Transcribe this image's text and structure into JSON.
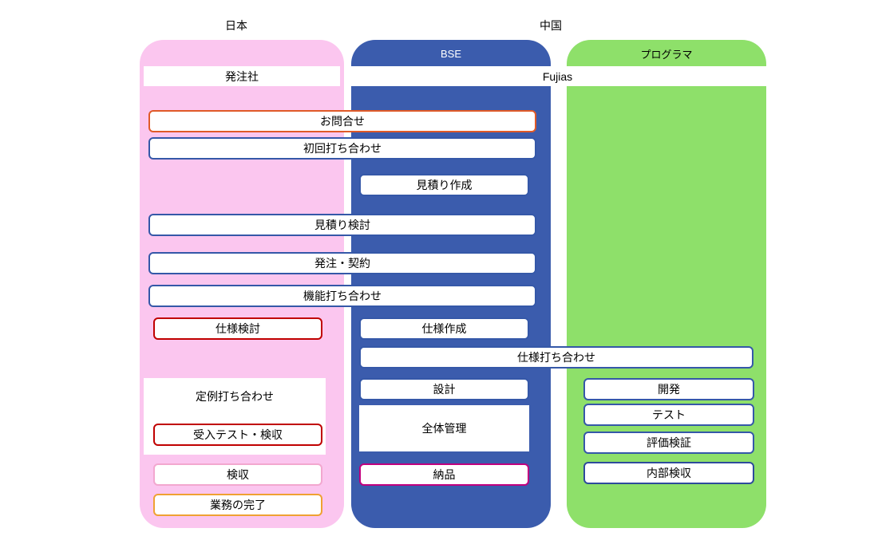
{
  "country_labels": {
    "japan": "日本",
    "china": "中国"
  },
  "lanes": {
    "client": {
      "bar": "発注社",
      "fill": "#fbc6ef"
    },
    "bse": {
      "header": "BSE",
      "fill": "#3b5cad"
    },
    "programmer": {
      "header": "プログラマ",
      "fill": "#8ee06a"
    }
  },
  "fujias_bar": "Fujias",
  "panels": {
    "regular_meeting": "定例打ち合わせ",
    "overall_management": "全体管理"
  },
  "colors": {
    "box_blue": "#3558a8",
    "box_red": "#c00000",
    "box_orange_red": "#e05a28",
    "box_gold": "#efa132",
    "box_light_pink": "#f2a7cf",
    "box_magenta": "#c0007e",
    "box_navy": "#2d4b9b"
  },
  "boxes": [
    {
      "label": "お問合せ",
      "border": "#e05a28"
    },
    {
      "label": "初回打ち合わせ",
      "border": "#3558a8"
    },
    {
      "label": "見積り作成",
      "border": "#3558a8"
    },
    {
      "label": "見積り検討",
      "border": "#3558a8"
    },
    {
      "label": "発注・契約",
      "border": "#3558a8"
    },
    {
      "label": "機能打ち合わせ",
      "border": "#3558a8"
    },
    {
      "label": "仕様検討",
      "border": "#c00000"
    },
    {
      "label": "仕様作成",
      "border": "#3558a8"
    },
    {
      "label": "仕様打ち合わせ",
      "border": "#3558a8"
    },
    {
      "label": "設計",
      "border": "#3558a8"
    },
    {
      "label": "開発",
      "border": "#3558a8"
    },
    {
      "label": "テスト",
      "border": "#3558a8"
    },
    {
      "label": "受入テスト・検収",
      "border": "#c00000"
    },
    {
      "label": "評価検証",
      "border": "#3558a8"
    },
    {
      "label": "検収",
      "border": "#f2a7cf"
    },
    {
      "label": "納品",
      "border": "#c0007e"
    },
    {
      "label": "内部検収",
      "border": "#2d4b9b"
    },
    {
      "label": "業務の完了",
      "border": "#efa132"
    }
  ]
}
